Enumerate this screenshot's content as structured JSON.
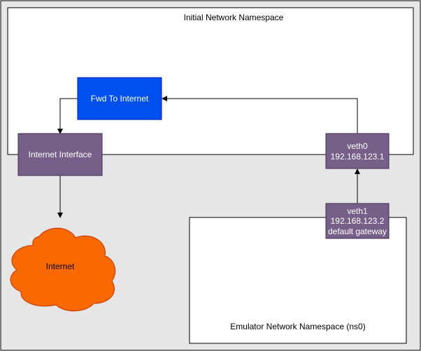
{
  "diagram": {
    "outer_area": {
      "fill": "#e6e6e6",
      "stroke": "#000000"
    },
    "initial_namespace": {
      "label": "Initial Network Namespace",
      "fill": "#ffffff",
      "stroke": "#000000"
    },
    "emulator_namespace": {
      "label": "Emulator Network Namespace (ns0)",
      "fill": "#ffffff",
      "stroke": "#000000"
    },
    "fwd_box": {
      "label": "Fwd To Internet",
      "fill": "#0050ef",
      "stroke": "#001dbc",
      "text_color": "#ffffff"
    },
    "internet_interface": {
      "label": "Internet Interface",
      "fill": "#76608a",
      "stroke": "#432d57",
      "text_color": "#ffffff"
    },
    "veth0": {
      "lines": [
        "veth0",
        "192.168.123.1"
      ],
      "fill": "#76608a",
      "stroke": "#432d57",
      "text_color": "#ffffff"
    },
    "veth1": {
      "lines": [
        "veth1",
        "192.168.123.2",
        "default gateway"
      ],
      "fill": "#76608a",
      "stroke": "#432d57",
      "text_color": "#ffffff"
    },
    "internet_cloud": {
      "label": "Internet",
      "fill": "#fa6800",
      "stroke": "#c73500",
      "text_color": "#000000"
    },
    "edge_color": "#000000"
  }
}
